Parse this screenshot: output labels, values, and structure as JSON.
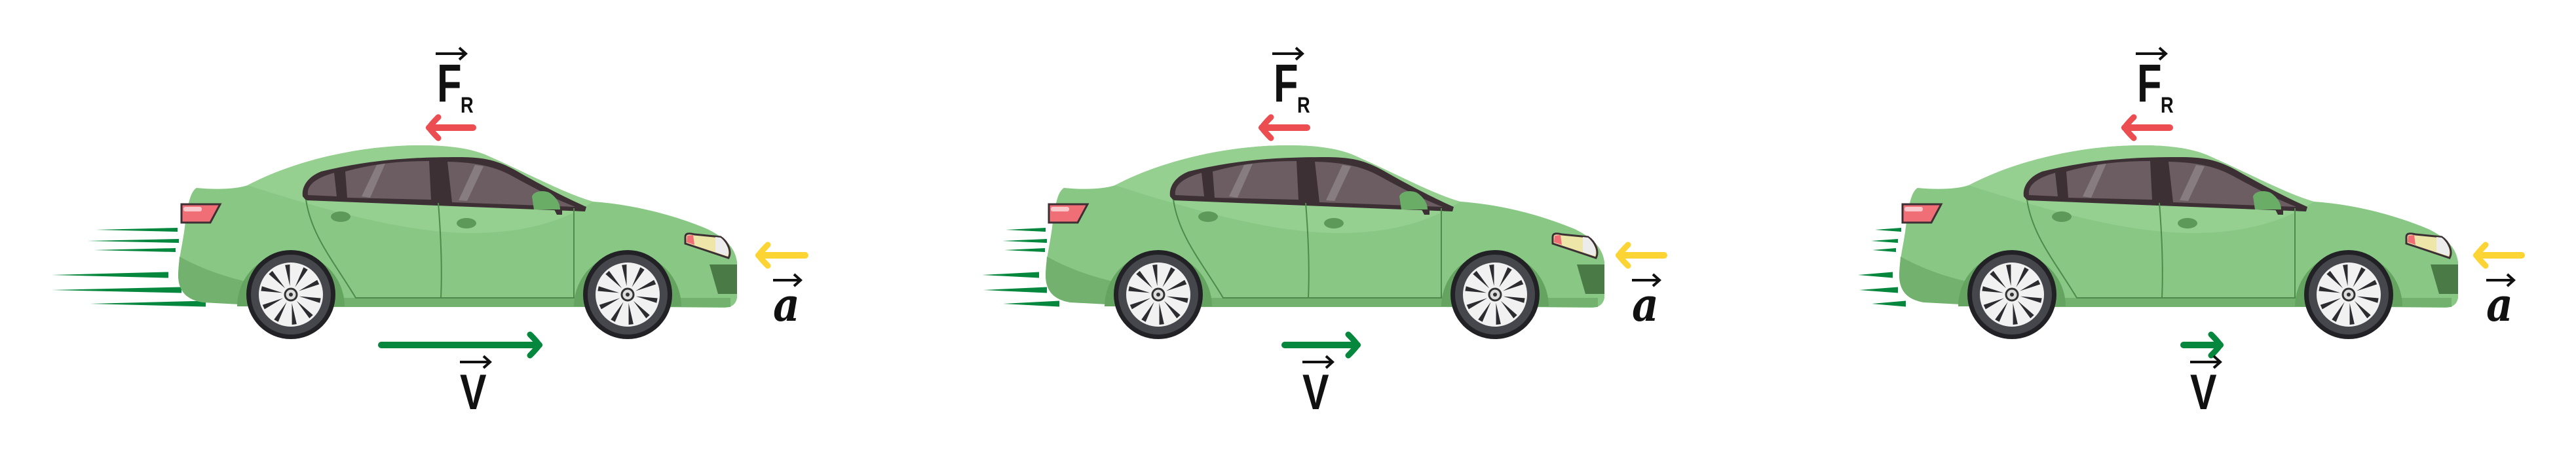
{
  "title": "Car with opposing resultant force and acceleration, decreasing velocity",
  "colors": {
    "car_body": "#88c884",
    "force_arrow": "#ec4d50",
    "acceleration_arrow": "#fcd535",
    "velocity_arrow": "#05873d",
    "label": "#111111"
  },
  "diagrams": [
    {
      "force_label": "F",
      "force_subscript": "R",
      "acceleration_label": "a",
      "velocity_label": "V",
      "vector_mark": "→",
      "velocity_relative_magnitude": 1.0
    },
    {
      "force_label": "F",
      "force_subscript": "R",
      "acceleration_label": "a",
      "velocity_label": "V",
      "vector_mark": "→",
      "velocity_relative_magnitude": 0.46
    },
    {
      "force_label": "F",
      "force_subscript": "R",
      "acceleration_label": "a",
      "velocity_label": "V",
      "vector_mark": "→",
      "velocity_relative_magnitude": 0.23
    }
  ]
}
